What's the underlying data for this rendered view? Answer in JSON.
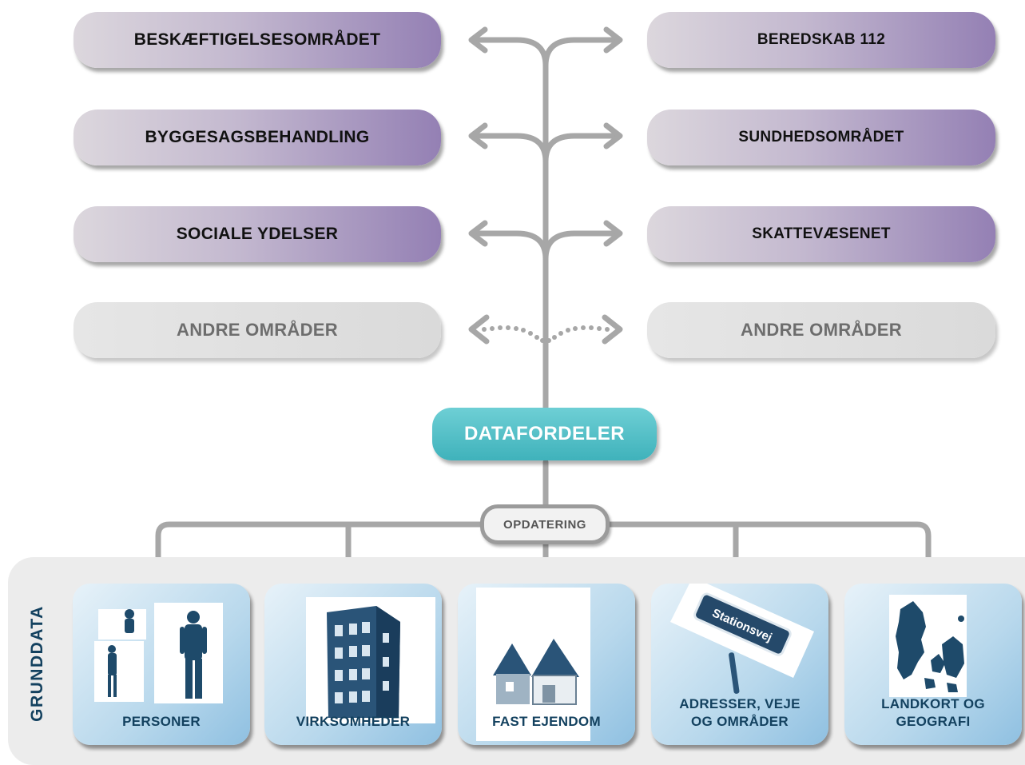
{
  "left_areas": [
    "BESKÆFTIGELSESOMRÅDET",
    "BYGGESAGSBEHANDLING",
    "SOCIALE YDELSER",
    "ANDRE OMRÅDER"
  ],
  "right_areas": [
    "BEREDSKAB 112",
    "SUNDHEDSOMRÅDET",
    "SKATTEVÆSENET",
    "ANDRE OMRÅDER"
  ],
  "hub": "DATAFORDELER",
  "update": "OPDATERING",
  "grunddata": {
    "title": "GRUNDDATA",
    "cards": [
      {
        "line1": "PERSONER",
        "line2": ""
      },
      {
        "line1": "VIRKSOMHEDER",
        "line2": ""
      },
      {
        "line1": "FAST EJENDOM",
        "line2": ""
      },
      {
        "line1": "ADRESSER, VEJE",
        "line2": "OG OMRÅDER"
      },
      {
        "line1": "LANDKORT OG",
        "line2": "GEOGRAFI"
      }
    ],
    "sign_text": "Stationsvej"
  },
  "colors": {
    "wire": "#a7a7a7",
    "navy": "#13415f",
    "teal": "#4fbfc6",
    "purple": "#9480b4"
  }
}
